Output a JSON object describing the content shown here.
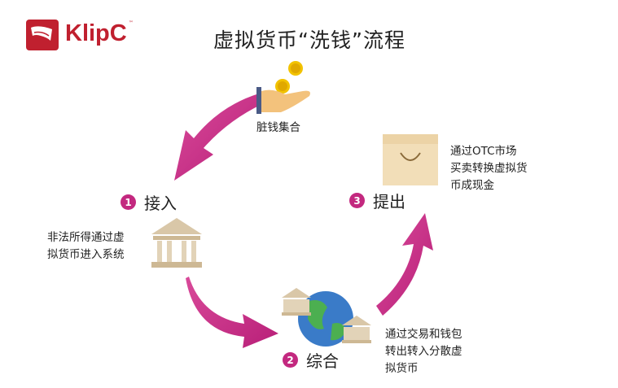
{
  "logo": {
    "text": "KlipC",
    "tm": "™"
  },
  "title": "虚拟货币“洗钱”流程",
  "top": {
    "label": "脏钱集合",
    "icon": "hand-coins-icon"
  },
  "steps": [
    {
      "num": "1",
      "label": "接入",
      "desc": "非法所得通过虚\n拟货币进入系统",
      "icon": "bank-icon"
    },
    {
      "num": "2",
      "label": "综合",
      "desc": "通过交易和钱包\n转出转入分散虚\n拟货币",
      "icon": "globe-bank-icon"
    },
    {
      "num": "3",
      "label": "提出",
      "desc": "通过OTC市场\n买卖转换虚拟货\n币成现金",
      "icon": "box-icon"
    }
  ],
  "colors": {
    "accent": "#c3287f",
    "brand": "#c0202f"
  }
}
